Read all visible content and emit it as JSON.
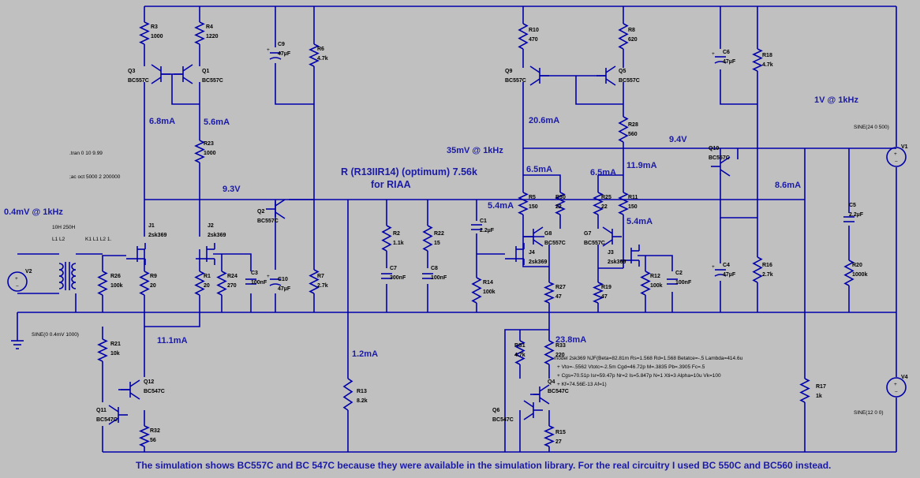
{
  "footnote": "The simulation shows BC557C and BC 547C because they were available in the simulation library. For the real circuitry I used BC 550C and BC560 instead.",
  "annotations": [
    {
      "id": "a-04mv",
      "text": "0.4mV @ 1kHz"
    },
    {
      "id": "a-68ma",
      "text": "6.8mA"
    },
    {
      "id": "a-56ma",
      "text": "5.6mA"
    },
    {
      "id": "a-93v",
      "text": "9.3V"
    },
    {
      "id": "a-111ma",
      "text": "11.1mA"
    },
    {
      "id": "a-12ma",
      "text": "1.2mA"
    },
    {
      "id": "a-riaa1",
      "text": "R (R13IIR14) (optimum) 7.56k"
    },
    {
      "id": "a-riaa2",
      "text": "for RIAA"
    },
    {
      "id": "a-35mv",
      "text": "35mV @ 1kHz"
    },
    {
      "id": "a-206ma",
      "text": "20.6mA"
    },
    {
      "id": "a-65ma-l",
      "text": "6.5mA"
    },
    {
      "id": "a-65ma-r",
      "text": "6.5mA"
    },
    {
      "id": "a-119ma",
      "text": "11.9mA"
    },
    {
      "id": "a-54ma-l",
      "text": "5.4mA"
    },
    {
      "id": "a-54ma-r",
      "text": "5.4mA"
    },
    {
      "id": "a-238ma",
      "text": "23.8mA"
    },
    {
      "id": "a-94v",
      "text": "9.4V"
    },
    {
      "id": "a-86ma",
      "text": "8.6mA"
    },
    {
      "id": "a-1v",
      "text": "1V @ 1kHz"
    }
  ],
  "directives": [
    {
      "id": "d-tran",
      "text": ".tran 0 10 9.99"
    },
    {
      "id": "d-noise",
      "text": ";ac oct 5000 2 200000"
    },
    {
      "id": "d-l",
      "text": "10H    250H"
    },
    {
      "id": "d-l2",
      "text": "L1    L2"
    },
    {
      "id": "d-k",
      "text": "K1 L1 L2 1."
    },
    {
      "id": "d-v2",
      "text": "SINE(0 0.4mV 1000)"
    },
    {
      "id": "d-v1",
      "text": "SINE(24 0 500)"
    },
    {
      "id": "d-v4",
      "text": "SINE(12 0 0)"
    },
    {
      "id": "d-m1",
      "text": ".model 2sk369 NJF(Beta=82.81m Rs=1.568 Rd=1.568 Betatce=-.5 Lambda=414.6u"
    },
    {
      "id": "d-m2",
      "text": "+ Vto=-.5562 Vtotc=-2.5m Cgd=46.72p M=.3835 Pb=.3905 Fc=.5"
    },
    {
      "id": "d-m3",
      "text": "+ Cgs=70.51p Isr=59.47p Nr=2 Is=5.847p N=1 Xti=3 Alpha=10u Vk=100"
    },
    {
      "id": "d-m4",
      "text": "+ Kf=74.56E-13 Af=1)"
    }
  ],
  "components": [
    {
      "ref": "R3",
      "value": "1000"
    },
    {
      "ref": "R4",
      "value": "1220"
    },
    {
      "ref": "Q3",
      "value": "BC557C"
    },
    {
      "ref": "Q1",
      "value": "BC557C"
    },
    {
      "ref": "C9",
      "value": "47µF"
    },
    {
      "ref": "R6",
      "value": "4.7k"
    },
    {
      "ref": "R23",
      "value": "1000"
    },
    {
      "ref": "Q2",
      "value": "BC557C"
    },
    {
      "ref": "J1",
      "value": "2sk369"
    },
    {
      "ref": "J2",
      "value": "2sk369"
    },
    {
      "ref": "R26",
      "value": "100k"
    },
    {
      "ref": "R9",
      "value": "20"
    },
    {
      "ref": "R1",
      "value": "20"
    },
    {
      "ref": "R24",
      "value": "270"
    },
    {
      "ref": "C3",
      "value": "100nF"
    },
    {
      "ref": "C10",
      "value": "47µF"
    },
    {
      "ref": "R7",
      "value": "2.7k"
    },
    {
      "ref": "V2",
      "value": ""
    },
    {
      "ref": "R21",
      "value": "10k"
    },
    {
      "ref": "Q12",
      "value": "BC547C"
    },
    {
      "ref": "Q11",
      "value": "BC547C"
    },
    {
      "ref": "R32",
      "value": "56"
    },
    {
      "ref": "R13",
      "value": "8.2k"
    },
    {
      "ref": "R2",
      "value": "1.1k"
    },
    {
      "ref": "C7",
      "value": "300nF"
    },
    {
      "ref": "R22",
      "value": "15"
    },
    {
      "ref": "C8",
      "value": "100nF"
    },
    {
      "ref": "C1",
      "value": "2.2µF"
    },
    {
      "ref": "R14",
      "value": "100k"
    },
    {
      "ref": "R10",
      "value": "470"
    },
    {
      "ref": "R8",
      "value": "620"
    },
    {
      "ref": "Q9",
      "value": "BC557C"
    },
    {
      "ref": "Q5",
      "value": "BC557C"
    },
    {
      "ref": "R28",
      "value": "560"
    },
    {
      "ref": "R5",
      "value": "150"
    },
    {
      "ref": "R30",
      "value": "22"
    },
    {
      "ref": "R25",
      "value": "22"
    },
    {
      "ref": "R11",
      "value": "150"
    },
    {
      "ref": "G8",
      "value": "BC557C"
    },
    {
      "ref": "G7",
      "value": "BC557C"
    },
    {
      "ref": "J4",
      "value": "2sk369"
    },
    {
      "ref": "J3",
      "value": "2sk369"
    },
    {
      "ref": "R27",
      "value": "47"
    },
    {
      "ref": "R19",
      "value": "47"
    },
    {
      "ref": "R12",
      "value": "100k"
    },
    {
      "ref": "C2",
      "value": "100nF"
    },
    {
      "ref": "RS1",
      "value": "4.7k"
    },
    {
      "ref": "R33",
      "value": "220"
    },
    {
      "ref": "Q4",
      "value": "BC547C"
    },
    {
      "ref": "Q6",
      "value": "BC547C"
    },
    {
      "ref": "R15",
      "value": "27"
    },
    {
      "ref": "C6",
      "value": "47µF"
    },
    {
      "ref": "R18",
      "value": "4.7k"
    },
    {
      "ref": "Q10",
      "value": "BC557C"
    },
    {
      "ref": "C4",
      "value": "47µF"
    },
    {
      "ref": "R16",
      "value": "2.7k"
    },
    {
      "ref": "C5",
      "value": "2.2µF"
    },
    {
      "ref": "R20",
      "value": "1000k"
    },
    {
      "ref": "R17",
      "value": "1k"
    },
    {
      "ref": "V1",
      "value": ""
    },
    {
      "ref": "V4",
      "value": ""
    }
  ]
}
